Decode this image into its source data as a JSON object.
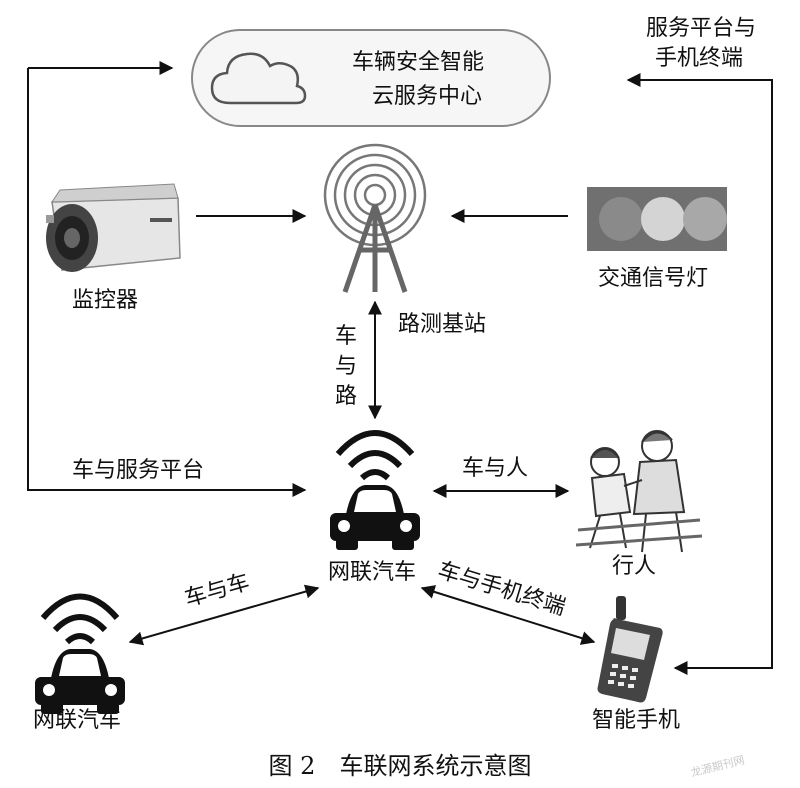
{
  "cloud_center": {
    "line1": "车辆安全智能",
    "line2": "云服务中心"
  },
  "labels": {
    "platform_terminal_line1": "服务平台与",
    "platform_terminal_line2": "手机终端",
    "monitor": "监控器",
    "traffic_light": "交通信号灯",
    "base_station": "路测基站",
    "car_road": [
      "车",
      "与",
      "路"
    ],
    "car_platform": "车与服务平台",
    "car_person": "车与人",
    "connected_car_main": "网联汽车",
    "pedestrian": "行人",
    "car_car": "车与车",
    "car_phone": "车与手机终端",
    "connected_car_other": "网联汽车",
    "smartphone": "智能手机"
  },
  "caption": "图 2　车联网系统示意图",
  "watermark": "龙源期刊网",
  "colors": {
    "line": "#111111",
    "cloud_fill": "#f2f2f2",
    "light_box": "#6e6e6e"
  }
}
